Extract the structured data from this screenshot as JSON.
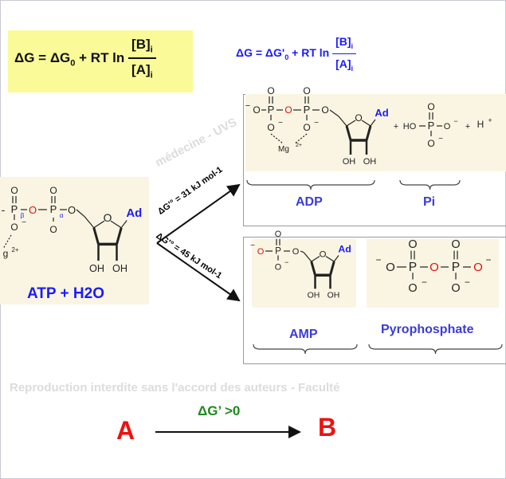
{
  "formula_main": {
    "lhs": "ΔG = ΔG",
    "sub0": "0",
    "rest": " + RT ln",
    "num": "[B]",
    "num_sub": "i",
    "den": "[A]",
    "den_sub": "i"
  },
  "formula_prime": {
    "lhs": "ΔG = ΔG'",
    "sub0": "0",
    "rest": " + RT ln",
    "num": "[B]",
    "num_sub": "i",
    "den": "[A]",
    "den_sub": "i"
  },
  "reactant_label": "ATP + H2O",
  "arrow_top_label": "ΔG'° = 31 kJ mol-1",
  "arrow_bottom_label": "ΔG'° = 45 kJ mol-1",
  "products_top": {
    "left_label": "ADP",
    "right_label": "Pi"
  },
  "products_bottom": {
    "left_label": "AMP",
    "right_label": "Pyrophosphate"
  },
  "chem": {
    "O": "O",
    "P": "P",
    "Ad": "Ad",
    "OH": "OH",
    "Mg": "Mg",
    "charge2": "2+",
    "g": "g",
    "beta": "β",
    "alpha": "α",
    "minus": "−",
    "HO": "HO",
    "plus": "+",
    "H": "H",
    "dash": "-"
  },
  "watermark": [
    "médecine - UVS",
    "Reproduction interdite sans l'accord des auteurs - Faculté"
  ],
  "bottom": {
    "a": "A",
    "b": "B",
    "dg": "ΔG’ >0"
  },
  "colors": {
    "blue": "#1a1aff",
    "red": "#ee1111",
    "green": "#1d8a1d",
    "yellow": "#fafa99",
    "beige": "#faf5e2"
  }
}
